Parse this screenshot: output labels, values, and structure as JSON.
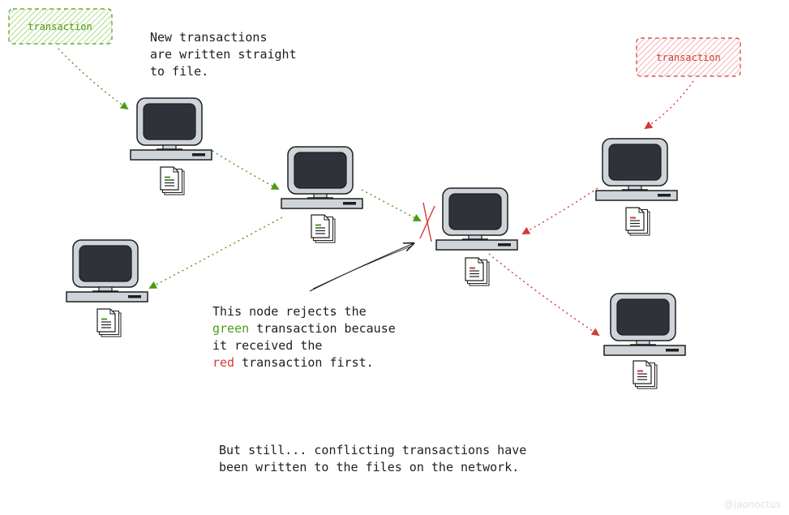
{
  "tags": {
    "green": {
      "label": "transaction",
      "color": "#4d9a1a"
    },
    "red": {
      "label": "transaction",
      "color": "#d23a3a"
    }
  },
  "notes": {
    "top": [
      "New transactions",
      "are written straight",
      "to file."
    ],
    "middle": {
      "line1": "This node rejects the",
      "line2_highlight": "green",
      "line2_rest": " transaction because",
      "line3": "it received the",
      "line4_highlight": "red",
      "line4_rest": " transaction first."
    },
    "bottom": [
      "But still... conflicting transactions have",
      "been written to the files on the network."
    ]
  },
  "watermark": "@jaonoctus",
  "colors": {
    "green": "#4d9a1a",
    "red": "#d23a3a",
    "screen": "#2f3238",
    "body": "#ced4da",
    "stroke": "#1e1e1e"
  }
}
